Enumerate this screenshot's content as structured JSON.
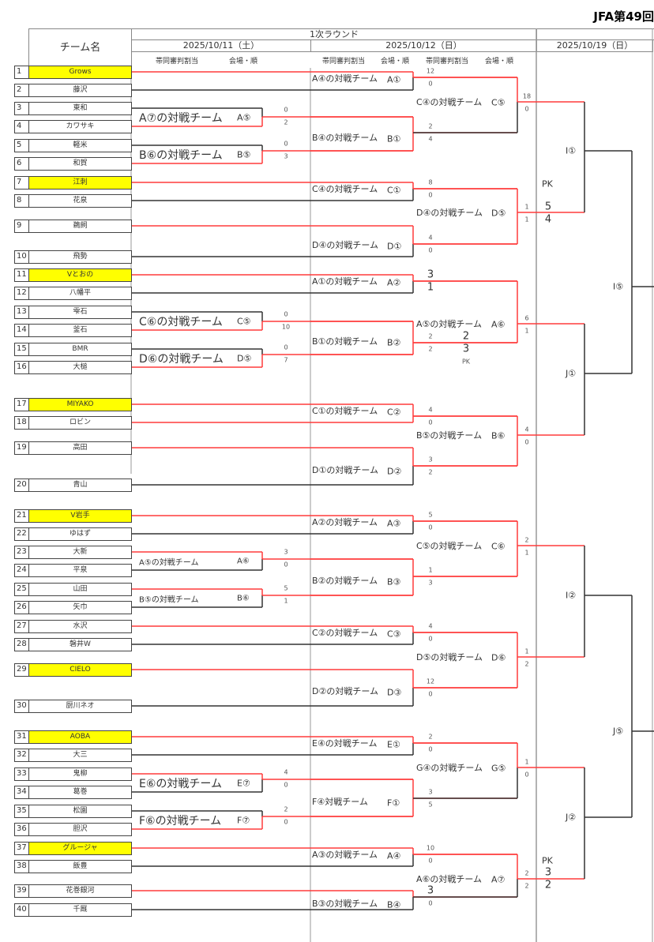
{
  "title": "JFA第49回",
  "header": {
    "team_col": "チーム名",
    "round1": "1次ラウンド",
    "dates": [
      "2025/10/11（土）",
      "2025/10/12（日）",
      "2025/10/19（日）"
    ],
    "sub_referee": "帯同審判割当",
    "sub_venue": "会場・順"
  },
  "teams": [
    {
      "no": "1",
      "name": "Grows",
      "seeded": true
    },
    {
      "no": "2",
      "name": "藤沢",
      "seeded": false
    },
    {
      "no": "3",
      "name": "東和",
      "seeded": false
    },
    {
      "no": "4",
      "name": "カワサキ",
      "seeded": false
    },
    {
      "no": "5",
      "name": "軽米",
      "seeded": false
    },
    {
      "no": "6",
      "name": "和賀",
      "seeded": false
    },
    {
      "no": "7",
      "name": "江刺",
      "seeded": true
    },
    {
      "no": "8",
      "name": "花泉",
      "seeded": false
    },
    {
      "no": "9",
      "name": "鵜飼",
      "seeded": false
    },
    {
      "no": "10",
      "name": "飛勢",
      "seeded": false
    },
    {
      "no": "11",
      "name": "Vとおの",
      "seeded": true
    },
    {
      "no": "12",
      "name": "八幡平",
      "seeded": false
    },
    {
      "no": "13",
      "name": "雫石",
      "seeded": false
    },
    {
      "no": "14",
      "name": "釜石",
      "seeded": false
    },
    {
      "no": "15",
      "name": "BMR",
      "seeded": false
    },
    {
      "no": "16",
      "name": "大槌",
      "seeded": false
    },
    {
      "no": "17",
      "name": "MIYAKO",
      "seeded": true
    },
    {
      "no": "18",
      "name": "ロビン",
      "seeded": false
    },
    {
      "no": "19",
      "name": "高田",
      "seeded": false
    },
    {
      "no": "20",
      "name": "青山",
      "seeded": false
    },
    {
      "no": "21",
      "name": "V岩手",
      "seeded": true
    },
    {
      "no": "22",
      "name": "ゆはず",
      "seeded": false
    },
    {
      "no": "23",
      "name": "大新",
      "seeded": false
    },
    {
      "no": "24",
      "name": "平泉",
      "seeded": false
    },
    {
      "no": "25",
      "name": "山田",
      "seeded": false
    },
    {
      "no": "26",
      "name": "矢巾",
      "seeded": false
    },
    {
      "no": "27",
      "name": "水沢",
      "seeded": false
    },
    {
      "no": "28",
      "name": "磐井W",
      "seeded": false
    },
    {
      "no": "29",
      "name": "CIELO",
      "seeded": true
    },
    {
      "no": "30",
      "name": "厨川ネオ",
      "seeded": false
    },
    {
      "no": "31",
      "name": "AOBA",
      "seeded": true
    },
    {
      "no": "32",
      "name": "大三",
      "seeded": false
    },
    {
      "no": "33",
      "name": "鬼柳",
      "seeded": false
    },
    {
      "no": "34",
      "name": "葛巻",
      "seeded": false
    },
    {
      "no": "35",
      "name": "松園",
      "seeded": false
    },
    {
      "no": "36",
      "name": "胆沢",
      "seeded": false
    },
    {
      "no": "37",
      "name": "グルージャ",
      "seeded": true
    },
    {
      "no": "38",
      "name": "飯豊",
      "seeded": false
    },
    {
      "no": "39",
      "name": "花巻銀河",
      "seeded": false
    },
    {
      "no": "40",
      "name": "千厩",
      "seeded": false
    }
  ],
  "round1": [
    {
      "label": "A⑦の対戦チーム",
      "code": "A⑤",
      "scores": [
        "0",
        "2"
      ]
    },
    {
      "label": "B⑥の対戦チーム",
      "code": "B⑤",
      "scores": [
        "0",
        "3"
      ]
    },
    {
      "label": "C⑥の対戦チーム",
      "code": "C⑤",
      "scores": [
        "0",
        "10"
      ]
    },
    {
      "label": "D⑥の対戦チーム",
      "code": "D⑤",
      "scores": [
        "0",
        "7"
      ]
    },
    {
      "label": "A⑤の対戦チーム",
      "code": "A⑥",
      "scores": [
        "3",
        "0"
      ]
    },
    {
      "label": "B⑤の対戦チーム",
      "code": "B⑥",
      "scores": [
        "5",
        "1"
      ]
    },
    {
      "label": "E⑥の対戦チーム",
      "code": "E⑦",
      "scores": [
        "4",
        "0"
      ]
    },
    {
      "label": "F⑥の対戦チーム",
      "code": "F⑦",
      "scores": [
        "2",
        "0"
      ]
    }
  ],
  "round2": [
    {
      "label": "A④の対戦チーム",
      "code": "A①",
      "scores": [
        "12",
        "0"
      ]
    },
    {
      "label": "B④の対戦チーム",
      "code": "B①",
      "scores": [
        "2",
        "4"
      ]
    },
    {
      "label": "C④の対戦チーム",
      "code": "C①",
      "scores": [
        "8",
        "0"
      ]
    },
    {
      "label": "D④の対戦チーム",
      "code": "D①",
      "scores": [
        "4",
        "0"
      ]
    },
    {
      "label": "A①の対戦チーム",
      "code": "A②",
      "scores": [
        "3",
        "1"
      ]
    },
    {
      "label": "B①の対戦チーム",
      "code": "B②",
      "scores": [
        "2",
        "2"
      ]
    },
    {
      "label": "C①の対戦チーム",
      "code": "C②",
      "scores": [
        "4",
        "0"
      ]
    },
    {
      "label": "D①の対戦チーム",
      "code": "D②",
      "scores": [
        "3",
        "2"
      ]
    },
    {
      "label": "A②の対戦チーム",
      "code": "A③",
      "scores": [
        "5",
        "0"
      ]
    },
    {
      "label": "B②の対戦チーム",
      "code": "B③",
      "scores": [
        "1",
        "3"
      ]
    },
    {
      "label": "C②の対戦チーム",
      "code": "C③",
      "scores": [
        "4",
        "0"
      ]
    },
    {
      "label": "D②の対戦チーム",
      "code": "D③",
      "scores": [
        "12",
        "0"
      ]
    },
    {
      "label": "E④の対戦チーム",
      "code": "E①",
      "scores": [
        "2",
        "0"
      ]
    },
    {
      "label": "F④対戦チーム",
      "code": "F①",
      "scores": [
        "3",
        "5"
      ]
    },
    {
      "label": "A③の対戦チーム",
      "code": "A④",
      "scores": [
        "10",
        "0"
      ]
    },
    {
      "label": "B③の対戦チーム",
      "code": "B④",
      "scores": [
        "3",
        "0"
      ]
    }
  ],
  "b2_pk": {
    "top": "2",
    "bottom": "3",
    "label": "PK"
  },
  "round3": [
    {
      "label": "C④の対戦チーム",
      "code": "C⑤",
      "scores": [
        "18",
        "0"
      ]
    },
    {
      "label": "D④の対戦チーム",
      "code": "D⑤",
      "scores": [
        "1",
        "1"
      ]
    },
    {
      "label": "A⑤の対戦チーム",
      "code": "A⑥",
      "scores": [
        "6",
        "1"
      ]
    },
    {
      "label": "B⑤の対戦チーム",
      "code": "B⑥",
      "scores": [
        "4",
        "0"
      ]
    },
    {
      "label": "C⑤の対戦チーム",
      "code": "C⑥",
      "scores": [
        "2",
        "1"
      ]
    },
    {
      "label": "D⑤の対戦チーム",
      "code": "D⑥",
      "scores": [
        "1",
        "2"
      ]
    },
    {
      "label": "G④の対戦チーム",
      "code": "G⑤",
      "scores": [
        "1",
        "0"
      ]
    },
    {
      "label": "A⑥の対戦チーム",
      "code": "A⑦",
      "scores": [
        "2",
        "2"
      ]
    }
  ],
  "d5_pk": {
    "label": "PK",
    "top": "5",
    "bottom": "4"
  },
  "a7_pk": {
    "label": "PK",
    "top": "3",
    "bottom": "2"
  },
  "round4": [
    {
      "label": "I①"
    },
    {
      "label": "J①"
    },
    {
      "label": "I②"
    },
    {
      "label": "J②"
    }
  ],
  "round5": [
    {
      "label": "I⑤"
    },
    {
      "label": "J⑤"
    }
  ],
  "colors": {
    "win": "#ff3b3b",
    "line": "#333333",
    "seed": "#ffff00"
  }
}
